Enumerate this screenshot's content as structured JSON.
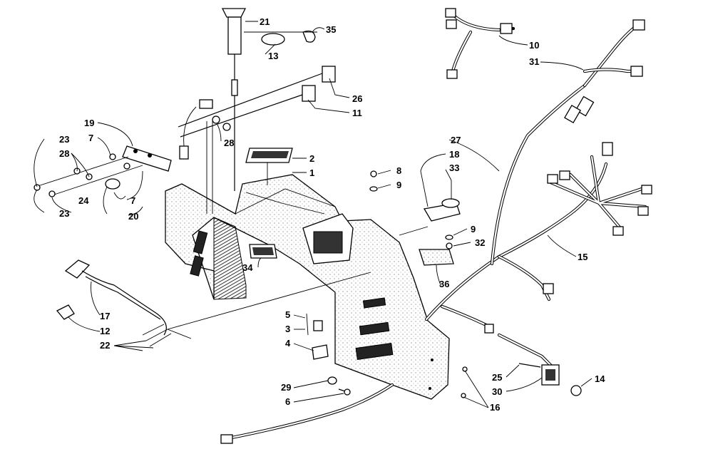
{
  "diagram": {
    "callouts": [
      {
        "id": "c21",
        "label": "21"
      },
      {
        "id": "c35",
        "label": "35"
      },
      {
        "id": "c13",
        "label": "13"
      },
      {
        "id": "c26",
        "label": "26"
      },
      {
        "id": "c11",
        "label": "11"
      },
      {
        "id": "c19",
        "label": "19"
      },
      {
        "id": "c7a",
        "label": "7"
      },
      {
        "id": "c28a",
        "label": "28"
      },
      {
        "id": "c23a",
        "label": "23"
      },
      {
        "id": "c28b",
        "label": "28"
      },
      {
        "id": "c2",
        "label": "2"
      },
      {
        "id": "c1",
        "label": "1"
      },
      {
        "id": "c24",
        "label": "24"
      },
      {
        "id": "c7b",
        "label": "7"
      },
      {
        "id": "c23b",
        "label": "23"
      },
      {
        "id": "c20",
        "label": "20"
      },
      {
        "id": "c8",
        "label": "8"
      },
      {
        "id": "c9a",
        "label": "9"
      },
      {
        "id": "c18",
        "label": "18"
      },
      {
        "id": "c33",
        "label": "33"
      },
      {
        "id": "c9b",
        "label": "9"
      },
      {
        "id": "c32",
        "label": "32"
      },
      {
        "id": "c36",
        "label": "36"
      },
      {
        "id": "c34",
        "label": "34"
      },
      {
        "id": "c17",
        "label": "17"
      },
      {
        "id": "c12",
        "label": "12"
      },
      {
        "id": "c22",
        "label": "22"
      },
      {
        "id": "c5",
        "label": "5"
      },
      {
        "id": "c3",
        "label": "3"
      },
      {
        "id": "c4",
        "label": "4"
      },
      {
        "id": "c29",
        "label": "29"
      },
      {
        "id": "c6",
        "label": "6"
      },
      {
        "id": "c10",
        "label": "10"
      },
      {
        "id": "c31",
        "label": "31"
      },
      {
        "id": "c27",
        "label": "27"
      },
      {
        "id": "c15",
        "label": "15"
      },
      {
        "id": "c25",
        "label": "25"
      },
      {
        "id": "c30",
        "label": "30"
      },
      {
        "id": "c14",
        "label": "14"
      },
      {
        "id": "c16",
        "label": "16"
      }
    ]
  }
}
